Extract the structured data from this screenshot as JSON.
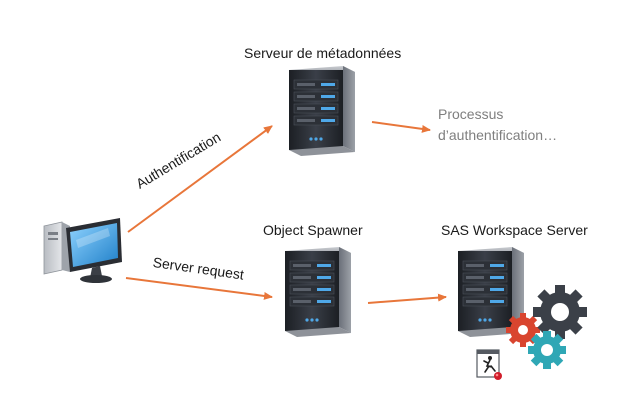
{
  "nodes": {
    "metadata_server": "Serveur de métadonnées",
    "object_spawner": "Object Spawner",
    "workspace_server": "SAS Workspace Server"
  },
  "edges": {
    "authentication": "Authentification",
    "server_request": "Server request"
  },
  "process_note": {
    "line1": "Processus",
    "line2": "d’authentification…"
  },
  "colors": {
    "arrow": "#e8763a",
    "server_body": "#2b2f36",
    "server_light": "#4fa8e8",
    "gear_dark": "#3b4048",
    "gear_red": "#d9452f",
    "gear_teal": "#2fa7b5",
    "monitor_screen": "#3aa0e0"
  }
}
